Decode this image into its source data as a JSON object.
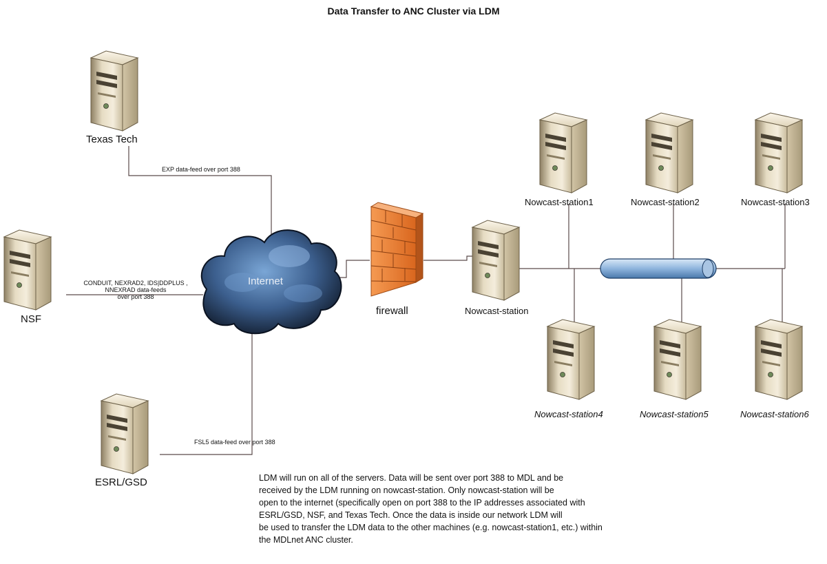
{
  "title": "Data Transfer to ANC Cluster via LDM",
  "nodes": {
    "texas_tech": "Texas Tech",
    "nsf": "NSF",
    "esrl_gsd": "ESRL/GSD",
    "internet": "Internet",
    "firewall": "firewall",
    "nowcast_station": "Nowcast-station",
    "station1": "Nowcast-station1",
    "station2": "Nowcast-station2",
    "station3": "Nowcast-station3",
    "station4": "Nowcast-station4",
    "station5": "Nowcast-station5",
    "station6": "Nowcast-station6"
  },
  "links": {
    "texas": "EXP data-feed over port 388",
    "nsf_line1": "CONDUIT, NEXRAD2, IDS|DDPLUS ,",
    "nsf_line2": "NNEXRAD data-feeds",
    "nsf_line3": "over port 388",
    "esrl": "FSL5 data-feed over port 388"
  },
  "notes": [
    "LDM will run on all of the servers.  Data will be sent over port 388 to MDL and be",
    "received by the LDM running on nowcast-station.  Only nowcast-station will be",
    "open to the internet (specifically open on port 388 to the IP addresses associated with",
    "ESRL/GSD, NSF, and Texas Tech.  Once the data is inside our network LDM will",
    "be used to transfer the LDM data to the other machines (e.g. nowcast-station1, etc.) within",
    "the MDLnet ANC cluster."
  ]
}
